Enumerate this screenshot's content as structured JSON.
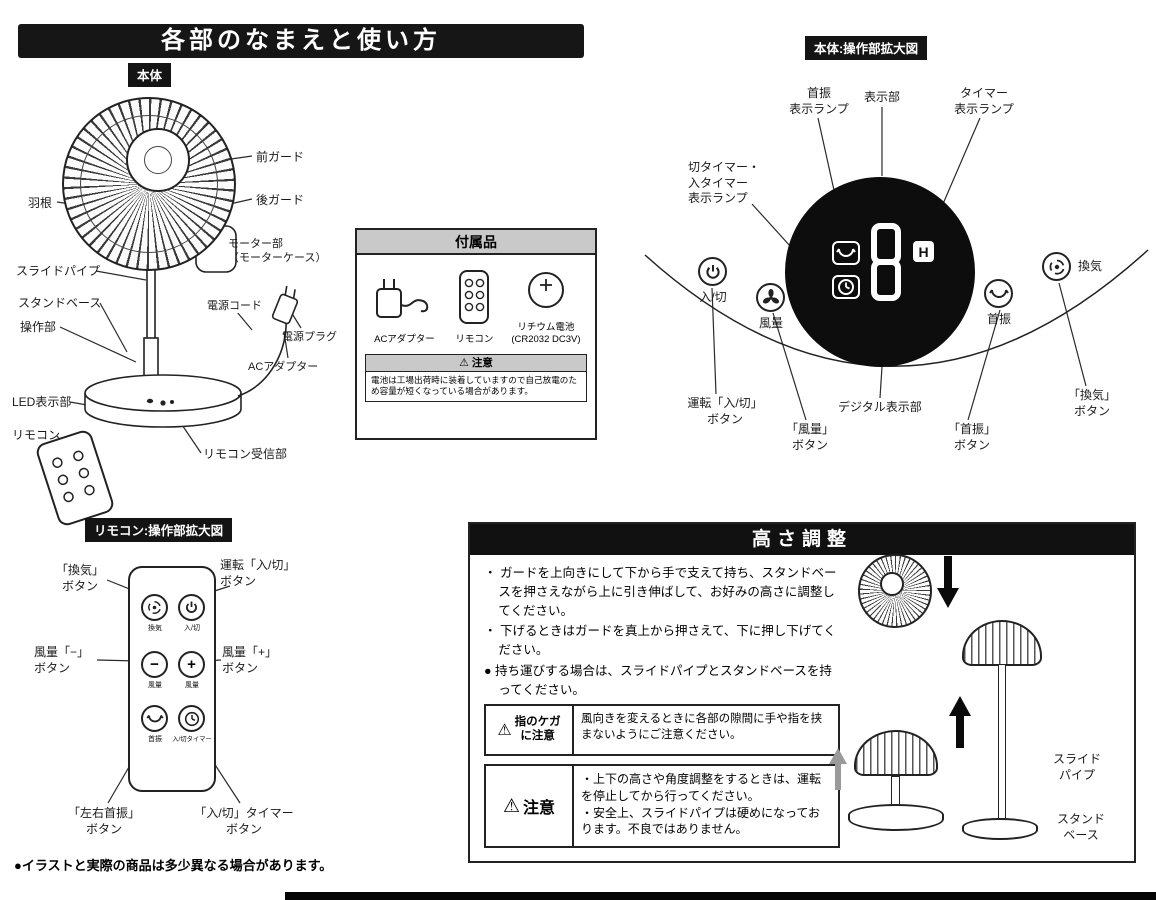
{
  "page": {
    "title": "各部のなまえと使い方",
    "footnote": "●イラストと実際の商品は多少異なる場合があります。"
  },
  "icons": {
    "warning": "⚠"
  },
  "main_unit": {
    "badge": "本体",
    "labels": {
      "front_guard": "前ガード",
      "rear_guard": "後ガード",
      "blade": "羽根",
      "motor": "モーター部\n（モーターケース）",
      "slide_pipe": "スライドパイプ",
      "stand_base": "スタンドベース",
      "power_cord": "電源コード",
      "control": "操作部",
      "power_plug": "電源プラグ",
      "ac_adapter": "ACアダプター",
      "led_display": "LED表示部",
      "remote": "リモコン",
      "remote_receiver": "リモコン受信部"
    }
  },
  "accessories": {
    "title": "付属品",
    "items": [
      {
        "label": "ACアダプター"
      },
      {
        "label": "リモコン"
      },
      {
        "label": "リチウム電池\n(CR2032 DC3V)"
      }
    ],
    "caution_title": "注意",
    "caution_text": "電池は工場出荷時に装着していますので自己放電のため容量が短くなっている場合があります。"
  },
  "control_panel": {
    "badge": "本体:操作部拡大図",
    "top_labels": {
      "swing_lamp": "首振\n表示ランプ",
      "display": "表示部",
      "timer_lamp": "タイマー\n表示ランプ",
      "onoff_timer_lamp": "切タイマー・\n入タイマー\n表示ランプ"
    },
    "buttons": {
      "power": "入/切",
      "fan_speed": "風量",
      "swing": "首振",
      "vent": "換気"
    },
    "display": {
      "h_indicator": "H",
      "digit": "8"
    },
    "bottom_labels": {
      "power_button": "運転「入/切」\nボタン",
      "fan_button": "「風量」\nボタン",
      "digital_display": "デジタル表示部",
      "swing_button": "「首振」\nボタン",
      "vent_button": "「換気」\nボタン"
    }
  },
  "remote_panel": {
    "badge": "リモコン:操作部拡大図",
    "button_labels": {
      "vent": "換気",
      "power": "入/切",
      "minus": "−",
      "plus": "+",
      "fan_minus": "風量",
      "fan_plus": "風量",
      "swing": "首振",
      "timer": "入/切タイマー"
    },
    "callouts": {
      "vent": "「換気」\nボタン",
      "power": "運転「入/切」\nボタン",
      "minus": "風量「−」\nボタン",
      "plus": "風量「+」\nボタン",
      "swing": "「左右首振」\nボタン",
      "timer": "「入/切」タイマー\nボタン"
    }
  },
  "height_section": {
    "title": "高さ調整",
    "bullets": [
      "・ ガードを上向きにして下から手で支えて持ち、スタンドベースを押さえながら上に引き伸ばして、お好みの高さに調整してください。",
      "・ 下げるときはガードを真上から押さえて、下に押し下げてください。",
      "● 持ち運びする場合は、スライドパイプとスタンドベースを持ってください。"
    ],
    "finger_warning": {
      "label": "指のケガ\nに注意",
      "text": "風向きを変えるときに各部の隙間に手や指を挟まないようにご注意ください。"
    },
    "caution": {
      "label": "注意",
      "text": "・上下の高さや角度調整をするときは、運転を停止してから行ってください。\n・安全上、スライドパイプは硬めになっております。不良ではありません。"
    },
    "labels": {
      "slide_pipe": "スライド\nパイプ",
      "stand_base": "スタンド\nベース"
    }
  }
}
